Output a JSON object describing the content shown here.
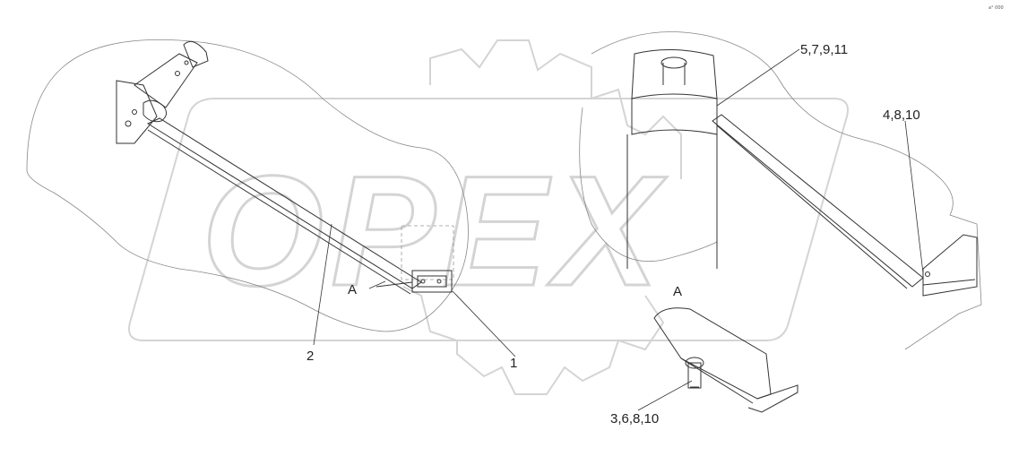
{
  "watermark": {
    "text": "OPEX",
    "color": "#dddddd",
    "logo": "gear-logo"
  },
  "corner_mark": "a° 000",
  "labels": {
    "item_2": "2",
    "item_1": "1",
    "view_a_left": "A",
    "view_a_right": "A",
    "callout_5_7_9_11": "5,7,9,11",
    "callout_4_8_10": "4,8,10",
    "callout_3_6_8_10": "3,6,8,10"
  }
}
